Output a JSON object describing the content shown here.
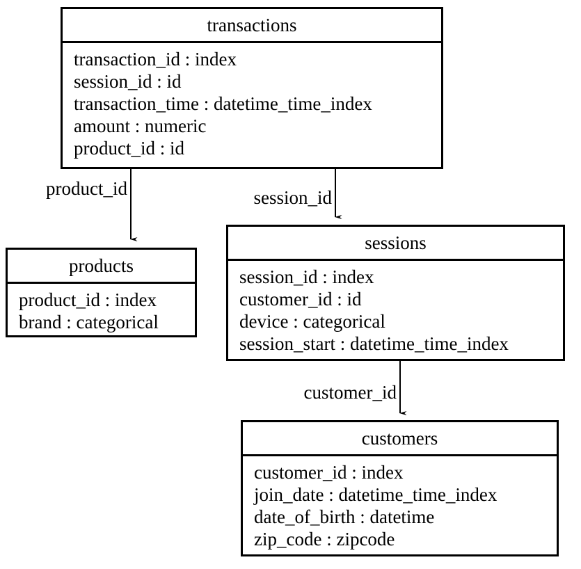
{
  "diagram": {
    "type": "entity-relationship-diagram",
    "title": "",
    "background_color": "#ffffff",
    "line_color": "#000000",
    "text_color": "#000000"
  },
  "entities": [
    {
      "name": "transactions",
      "fields": [
        {
          "label": "transaction_id : index"
        },
        {
          "label": "session_id : id"
        },
        {
          "label": "transaction_time : datetime_time_index"
        },
        {
          "label": "amount : numeric"
        },
        {
          "label": "product_id : id"
        }
      ]
    },
    {
      "name": "products",
      "fields": [
        {
          "label": "product_id : index"
        },
        {
          "label": "brand : categorical"
        }
      ]
    },
    {
      "name": "sessions",
      "fields": [
        {
          "label": "session_id : index"
        },
        {
          "label": "customer_id : id"
        },
        {
          "label": "device : categorical"
        },
        {
          "label": "session_start : datetime_time_index"
        }
      ]
    },
    {
      "name": "customers",
      "fields": [
        {
          "label": "customer_id : index"
        },
        {
          "label": "join_date : datetime_time_index"
        },
        {
          "label": "date_of_birth : datetime"
        },
        {
          "label": "zip_code : zipcode"
        }
      ]
    }
  ],
  "relationships": [
    {
      "label": "product_id",
      "from": "transactions",
      "to": "products"
    },
    {
      "label": "session_id",
      "from": "transactions",
      "to": "sessions"
    },
    {
      "label": "customer_id",
      "from": "sessions",
      "to": "customers"
    }
  ]
}
